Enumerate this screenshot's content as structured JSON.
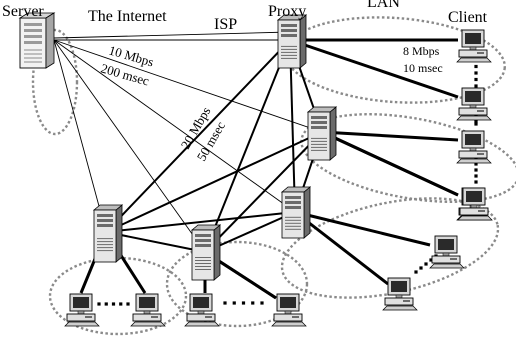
{
  "labels": {
    "server": "Server",
    "internet": "The Internet",
    "isp": "ISP",
    "proxy": "Proxy",
    "lan": "LAN",
    "client": "Client",
    "wan_bw": "10 Mbps",
    "wan_delay": "200 msec",
    "isp_bw": "20 Mbps",
    "isp_delay": "50 msec",
    "lan_bw": "8 Mbps",
    "lan_delay": "10 msec"
  },
  "colors": {
    "line": "#000000",
    "cluster": "#8a8a8a",
    "tower_body": "#e6e6e6",
    "tower_dark": "#6b6b6b",
    "screen": "#2a2a2a"
  },
  "icons": {
    "server": "server-tower-icon",
    "proxy": "proxy-server-icon",
    "client": "client-computer-icon"
  },
  "nodes": {
    "server": {
      "type": "server"
    },
    "p1": {
      "type": "proxy"
    },
    "p2": {
      "type": "proxy"
    },
    "p3": {
      "type": "proxy"
    },
    "p4": {
      "type": "proxy"
    },
    "p5": {
      "type": "proxy"
    },
    "c1": {
      "type": "client"
    },
    "c2": {
      "type": "client"
    },
    "c3": {
      "type": "client"
    },
    "c4": {
      "type": "client"
    },
    "c5": {
      "type": "client"
    },
    "c6": {
      "type": "client"
    },
    "c7": {
      "type": "client"
    },
    "c8": {
      "type": "client"
    },
    "c9": {
      "type": "client"
    },
    "c10": {
      "type": "client"
    },
    "c11": {
      "type": "client"
    },
    "c12": {
      "type": "client"
    }
  },
  "internet_links": [
    [
      "server",
      "p1"
    ],
    [
      "server",
      "p2"
    ],
    [
      "server",
      "p3"
    ],
    [
      "server",
      "p4"
    ],
    [
      "server",
      "p5"
    ]
  ],
  "isp_links": [
    [
      "p1",
      "p2"
    ],
    [
      "p1",
      "p3"
    ],
    [
      "p1",
      "p4"
    ],
    [
      "p1",
      "p5"
    ],
    [
      "p2",
      "p3"
    ],
    [
      "p2",
      "p4"
    ],
    [
      "p2",
      "p5"
    ],
    [
      "p3",
      "p4"
    ],
    [
      "p3",
      "p5"
    ],
    [
      "p4",
      "p5"
    ]
  ],
  "lan_links": [
    [
      "p1",
      "c1"
    ],
    [
      "p1",
      "c2"
    ],
    [
      "p2",
      "c3"
    ],
    [
      "p2",
      "c4"
    ],
    [
      "p2",
      "c5"
    ],
    [
      "p3",
      "c6"
    ],
    [
      "p3",
      "c7"
    ],
    [
      "p4",
      "c8"
    ],
    [
      "p4",
      "c9"
    ],
    [
      "p5",
      "c10"
    ],
    [
      "p5",
      "c11"
    ],
    [
      "p5",
      "c12"
    ]
  ],
  "clusters": [
    {
      "name": "internet-cluster"
    },
    {
      "name": "proxy1-lan-cluster"
    },
    {
      "name": "proxy2-lan-cluster"
    },
    {
      "name": "proxy3-lan-cluster"
    },
    {
      "name": "proxy4-lan-cluster"
    },
    {
      "name": "proxy5-lan-cluster"
    }
  ],
  "ellipsis_groups": [
    {
      "name": "clients-ellipsis-1"
    },
    {
      "name": "clients-ellipsis-2"
    },
    {
      "name": "clients-ellipsis-3"
    },
    {
      "name": "clients-ellipsis-4"
    },
    {
      "name": "clients-ellipsis-5"
    },
    {
      "name": "clients-ellipsis-6"
    }
  ]
}
